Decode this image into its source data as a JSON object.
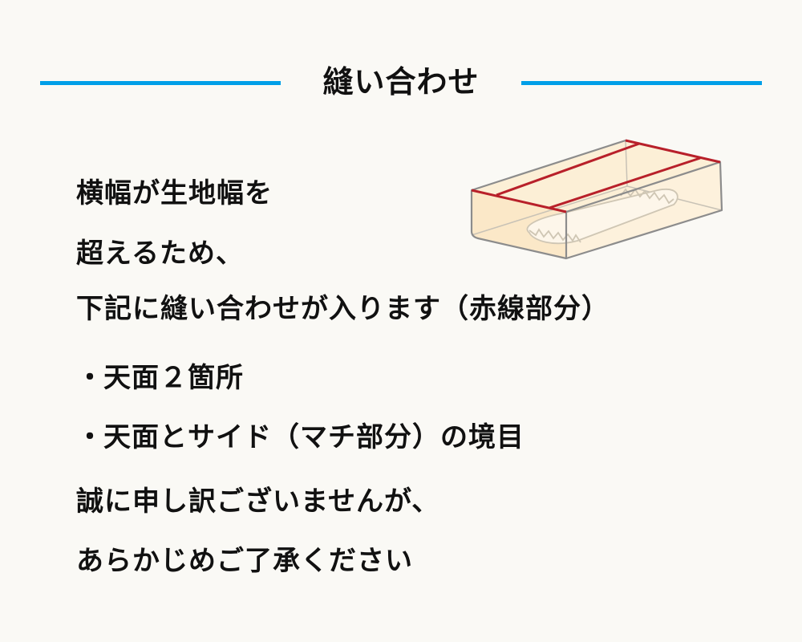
{
  "header": {
    "title": "縫い合わせ",
    "line_color": "#009fe8"
  },
  "body": {
    "intro_lines": [
      "横幅が生地幅を",
      "超えるため、",
      "下記に縫い合わせが入ります（赤線部分）"
    ],
    "bullets": [
      {
        "marker": "・",
        "text": "天面２箇所"
      },
      {
        "marker": "・",
        "text": "天面とサイド（マチ部分）の境目"
      }
    ],
    "closing_lines": [
      "誠に申し訳ございませんが、",
      "あらかじめご了承ください"
    ]
  },
  "illustration": {
    "icon": "tissue-box-cover-icon",
    "fill_color": "#fcebcc",
    "outline_color": "#8c8c8c",
    "seam_color": "#b8202a",
    "opening_color": "#cfc6b4"
  },
  "colors": {
    "background": "#faf9f5",
    "text": "#111111"
  }
}
